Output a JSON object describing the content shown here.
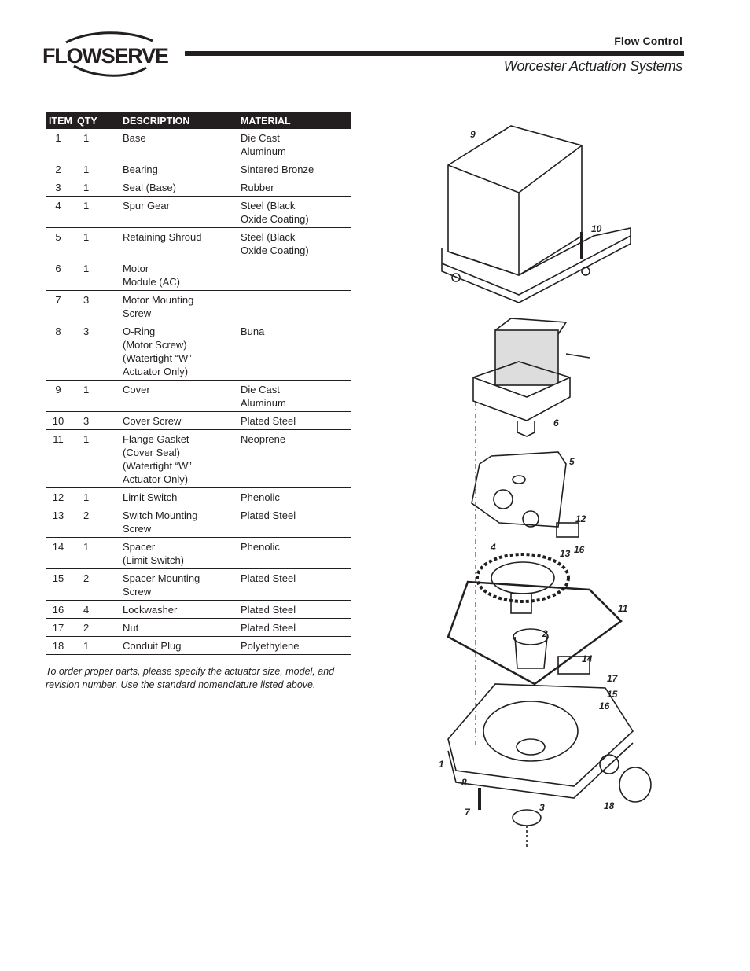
{
  "brand": {
    "logo_text": "FLOWSERVE",
    "header_title": "Flow Control",
    "header_subtitle": "Worcester Actuation Systems"
  },
  "table": {
    "headers": [
      "ITEM",
      "QTY",
      "DESCRIPTION",
      "MATERIAL"
    ],
    "rows": [
      {
        "item": "1",
        "qty": "1",
        "desc": [
          "Base"
        ],
        "mat": [
          "Die Cast",
          "Aluminum"
        ]
      },
      {
        "item": "2",
        "qty": "1",
        "desc": [
          "Bearing"
        ],
        "mat": [
          "Sintered Bronze"
        ]
      },
      {
        "item": "3",
        "qty": "1",
        "desc": [
          "Seal (Base)"
        ],
        "mat": [
          "Rubber"
        ]
      },
      {
        "item": "4",
        "qty": "1",
        "desc": [
          "Spur Gear"
        ],
        "mat": [
          "Steel (Black",
          "Oxide Coating)"
        ]
      },
      {
        "item": "5",
        "qty": "1",
        "desc": [
          "Retaining Shroud"
        ],
        "mat": [
          "Steel (Black",
          "Oxide Coating)"
        ]
      },
      {
        "item": "6",
        "qty": "1",
        "desc": [
          "Motor",
          "Module (AC)"
        ],
        "mat": []
      },
      {
        "item": "7",
        "qty": "3",
        "desc": [
          "Motor Mounting",
          "Screw"
        ],
        "mat": []
      },
      {
        "item": "8",
        "qty": "3",
        "desc": [
          "O-Ring",
          "(Motor Screw)",
          "(Watertight “W”",
          "Actuator Only)"
        ],
        "mat": [
          "Buna"
        ]
      },
      {
        "item": "9",
        "qty": "1",
        "desc": [
          "Cover"
        ],
        "mat": [
          "Die Cast",
          "Aluminum"
        ]
      },
      {
        "item": "10",
        "qty": "3",
        "desc": [
          "Cover Screw"
        ],
        "mat": [
          "Plated Steel"
        ]
      },
      {
        "item": "11",
        "qty": "1",
        "desc": [
          "Flange Gasket",
          "(Cover Seal)",
          "(Watertight “W”",
          "Actuator Only)"
        ],
        "mat": [
          "Neoprene"
        ]
      },
      {
        "item": "12",
        "qty": "1",
        "desc": [
          "Limit Switch"
        ],
        "mat": [
          "Phenolic"
        ]
      },
      {
        "item": "13",
        "qty": "2",
        "desc": [
          "Switch Mounting",
          "Screw"
        ],
        "mat": [
          "Plated Steel"
        ]
      },
      {
        "item": "14",
        "qty": "1",
        "desc": [
          "Spacer",
          "(Limit Switch)"
        ],
        "mat": [
          "Phenolic"
        ]
      },
      {
        "item": "15",
        "qty": "2",
        "desc": [
          "Spacer Mounting",
          "Screw"
        ],
        "mat": [
          "Plated Steel"
        ]
      },
      {
        "item": "16",
        "qty": "4",
        "desc": [
          "Lockwasher"
        ],
        "mat": [
          "Plated Steel"
        ]
      },
      {
        "item": "17",
        "qty": "2",
        "desc": [
          "Nut"
        ],
        "mat": [
          "Plated Steel"
        ]
      },
      {
        "item": "18",
        "qty": "1",
        "desc": [
          "Conduit Plug"
        ],
        "mat": [
          "Polyethylene"
        ]
      }
    ]
  },
  "note": "To order proper parts, please specify the actuator size, model, and revision number. Use the standard nomenclature listed above.",
  "diagram": {
    "callouts": [
      "9",
      "10",
      "6",
      "5",
      "12",
      "4",
      "13",
      "16",
      "11",
      "2",
      "14",
      "17",
      "15",
      "16",
      "1",
      "8",
      "7",
      "3",
      "18"
    ]
  }
}
